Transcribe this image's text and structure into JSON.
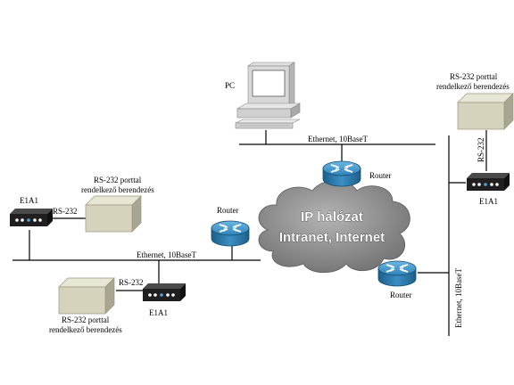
{
  "labels": {
    "pc": "PC",
    "ethernet_top": "Ethernet, 10BaseT",
    "ethernet_left": "Ethernet, 10BaseT",
    "ethernet_right": "Ethernet, 10BaseT",
    "router_top": "Router",
    "router_left": "Router",
    "router_right": "Router",
    "e1a1_left": "E1A1",
    "e1a1_bottom": "E1A1",
    "e1a1_right": "E1A1",
    "rs232_left": "RS-232",
    "rs232_bottom": "RS-232",
    "rs232_right": "RS-232",
    "device_left_line1": "RS-232 porttal",
    "device_left_line2": "rendelkező berendezés",
    "device_bottom_line1": "RS-232 porttal",
    "device_bottom_line2": "rendelkező berendezés",
    "device_right_line1": "RS-232 porttal",
    "device_right_line2": "rendelkező berendezés"
  },
  "cloud": {
    "line1": "IP hálózat",
    "line2": "Intranet, Internet"
  },
  "colors": {
    "router": "#3b8fc4",
    "cloud": "#8c8c8c",
    "box": "#d6d3bd",
    "e1a1": "#1f1f1f"
  }
}
